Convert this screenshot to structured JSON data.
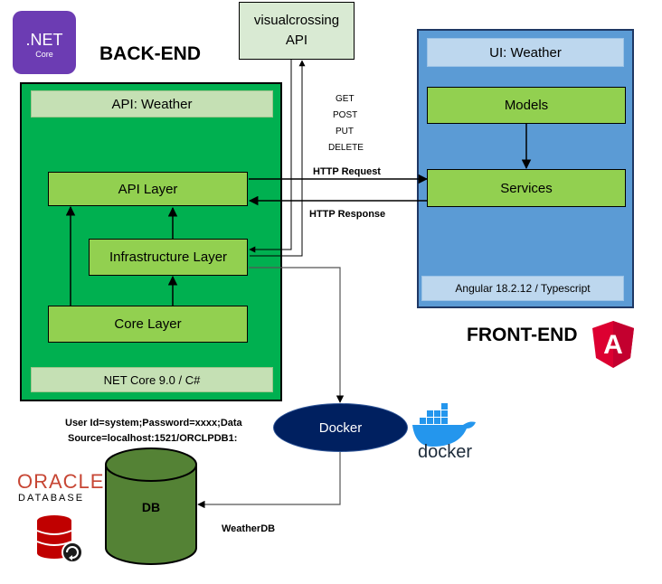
{
  "logos": {
    "dotnet": {
      "line1": ".NET",
      "line2": "Core",
      "color": "#5c2d91"
    },
    "oracle": {
      "line1": "ORACLE",
      "line2": "DATABASE",
      "color": "#c74634"
    },
    "angular": {
      "letter": "A",
      "color": "#dd0031"
    },
    "docker": {
      "wordmark": "docker",
      "color": "#1d63ed"
    }
  },
  "headings": {
    "backend": "BACK-END",
    "frontend": "FRONT-END"
  },
  "external_api": {
    "line1": "visualcrossing",
    "line2": "API"
  },
  "backend": {
    "title": "API: Weather",
    "api_layer": "API Layer",
    "infrastructure_layer": "Infrastructure Layer",
    "core_layer": "Core Layer",
    "footer": "NET Core 9.0 / C#"
  },
  "frontend": {
    "title": "UI: Weather",
    "models": "Models",
    "services": "Services",
    "footer": "Angular 18.2.12 / Typescript"
  },
  "http_methods": [
    "GET",
    "POST",
    "PUT",
    "DELETE"
  ],
  "http_request": "HTTP Request",
  "http_response": "HTTP Response",
  "docker_node": "Docker",
  "database": {
    "label": "DB",
    "name": "WeatherDB",
    "connection_line1": "User Id=system;Password=xxxx;Data",
    "connection_line2": "Source=localhost:1521/ORCLPDB1:"
  },
  "colors": {
    "backend_panel": "#00b050",
    "frontend_panel": "#5b9bd5",
    "layer_box": "#92d050",
    "db_cylinder": "#548235",
    "docker_ellipse": "#002060"
  }
}
